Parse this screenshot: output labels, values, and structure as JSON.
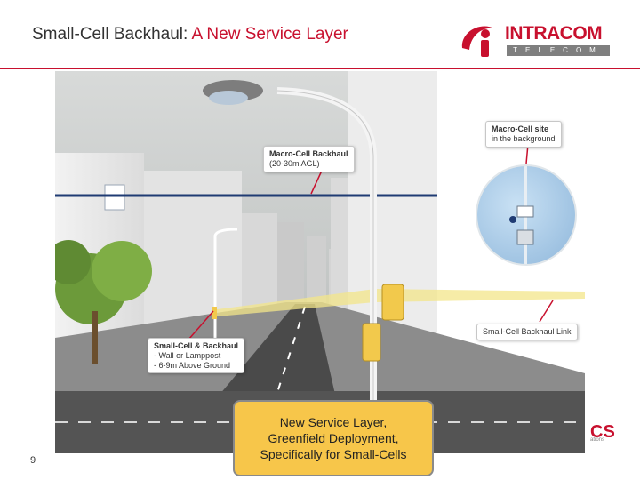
{
  "header": {
    "title_prefix": "Small-Cell Backhaul: ",
    "title_accent": "A New Service Layer",
    "logo_word": "INTRACOM",
    "logo_sub": "TELECOM",
    "accent_color": "#c8102e"
  },
  "callouts": {
    "macro_backhaul": {
      "title": "Macro-Cell Backhaul",
      "line1": "(20-30m AGL)"
    },
    "macro_site": {
      "title": "Macro-Cell site",
      "line1": "in the background"
    },
    "small_cell": {
      "title": "Small-Cell & Backhaul",
      "line1": "- Wall or Lamppost",
      "line2": "- 6-9m Above Ground"
    },
    "backhaul_link": {
      "title": "Small-Cell Backhaul Link"
    }
  },
  "banner": {
    "line1": "New Service Layer,",
    "line2": "Greenfield Deployment,",
    "line3": "Specifically for Small-Cells",
    "color": "#f7c64a"
  },
  "partner": {
    "letters": "CS",
    "tag": "ations"
  },
  "footer": {
    "page_number": "9"
  }
}
